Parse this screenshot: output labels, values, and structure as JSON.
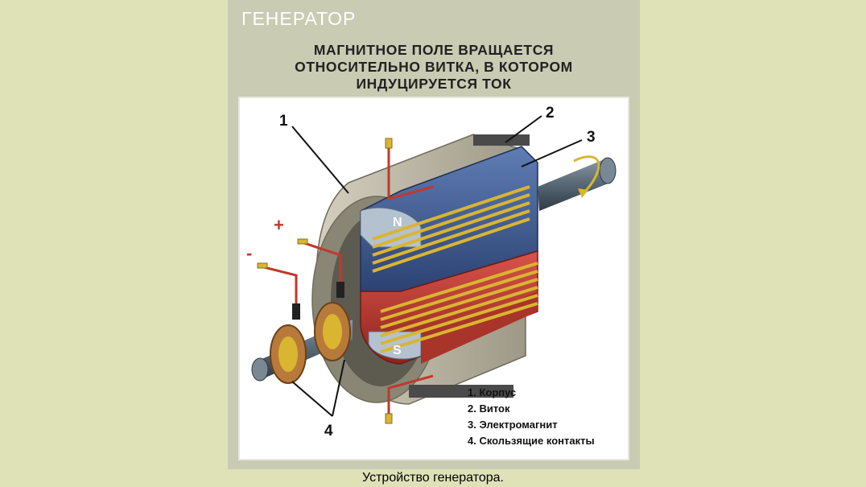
{
  "panel": {
    "title": "ГЕНЕРАТОР",
    "subtitle_lines": [
      "МАГНИТНОЕ ПОЛЕ ВРАЩАЕТСЯ",
      "ОТНОСИТЕЛЬНО ВИТКА, В КОТОРОМ",
      "ИНДУЦИРУЕТСЯ ТОК"
    ]
  },
  "diagram": {
    "callouts": [
      "1",
      "2",
      "3",
      "4"
    ],
    "pole_north": "N",
    "pole_south": "S",
    "terminal_plus": "+",
    "terminal_minus": "-",
    "legend": [
      "1. Корпус",
      "2. Виток",
      "3. Электромагнит",
      "4. Скользящие контакты"
    ],
    "colors": {
      "housing": "#b5b09c",
      "electromagnet_north": "#3d5a94",
      "electromagnet_south": "#c0392b",
      "winding": "#d9b531",
      "wire": "#c0392b",
      "shaft": "#5b6b78"
    }
  },
  "caption": "Устройство генератора."
}
